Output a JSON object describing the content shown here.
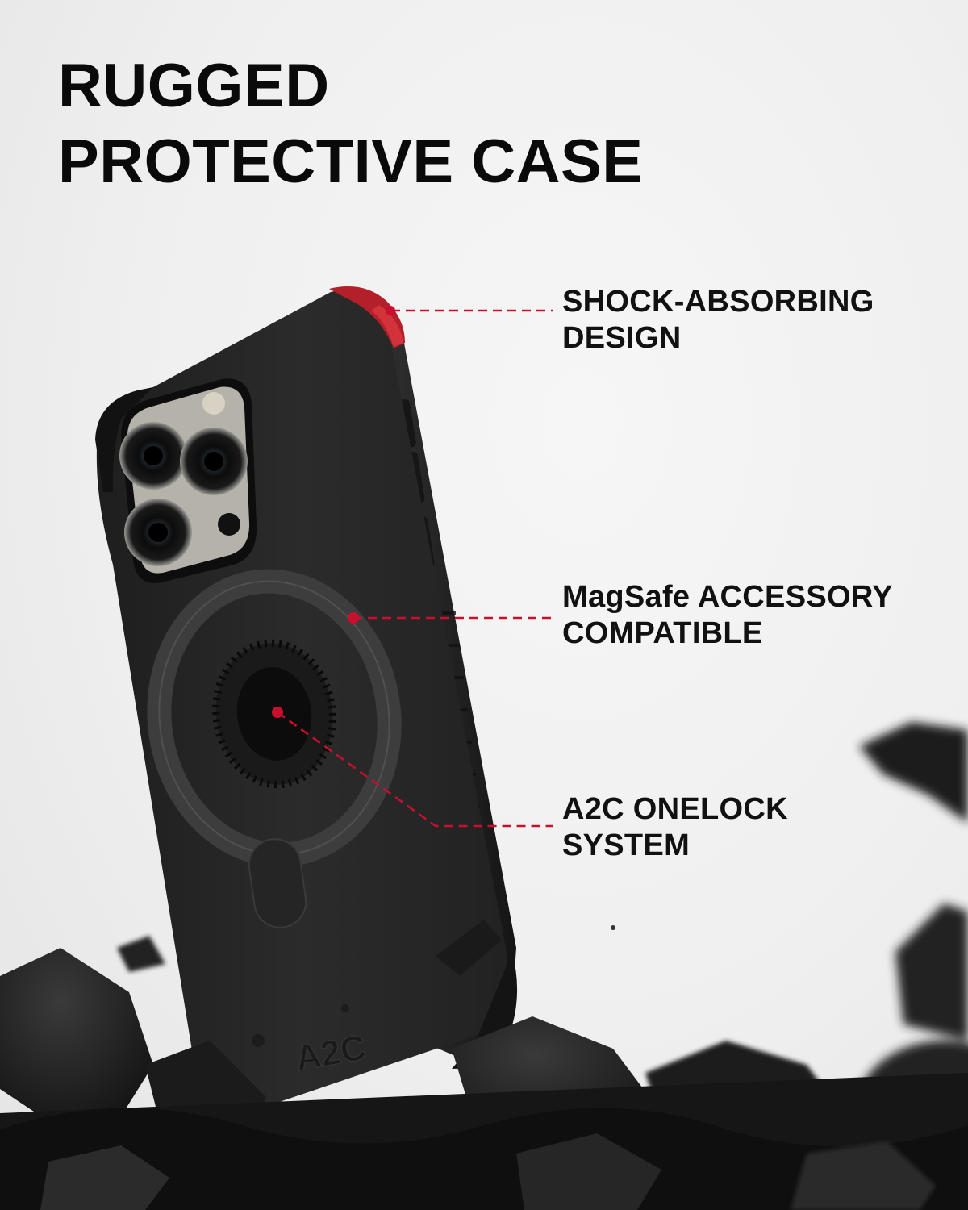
{
  "headline": {
    "line1": "RUGGED",
    "line2": "PROTECTIVE CASE"
  },
  "callouts": [
    {
      "line1": "SHOCK-ABSORBING",
      "line2": "DESIGN"
    },
    {
      "line1": "MagSafe ACCESSORY",
      "line2": "COMPATIBLE"
    },
    {
      "line1": "A2C ONELOCK",
      "line2": "SYSTEM"
    }
  ],
  "brand_logo_text": "A2C",
  "colors": {
    "background": "#f1f1f1",
    "text": "#0a0a0a",
    "accent_red": "#d11f26",
    "case_body": "#2a2a2a",
    "rock": "#1c1c1c"
  }
}
